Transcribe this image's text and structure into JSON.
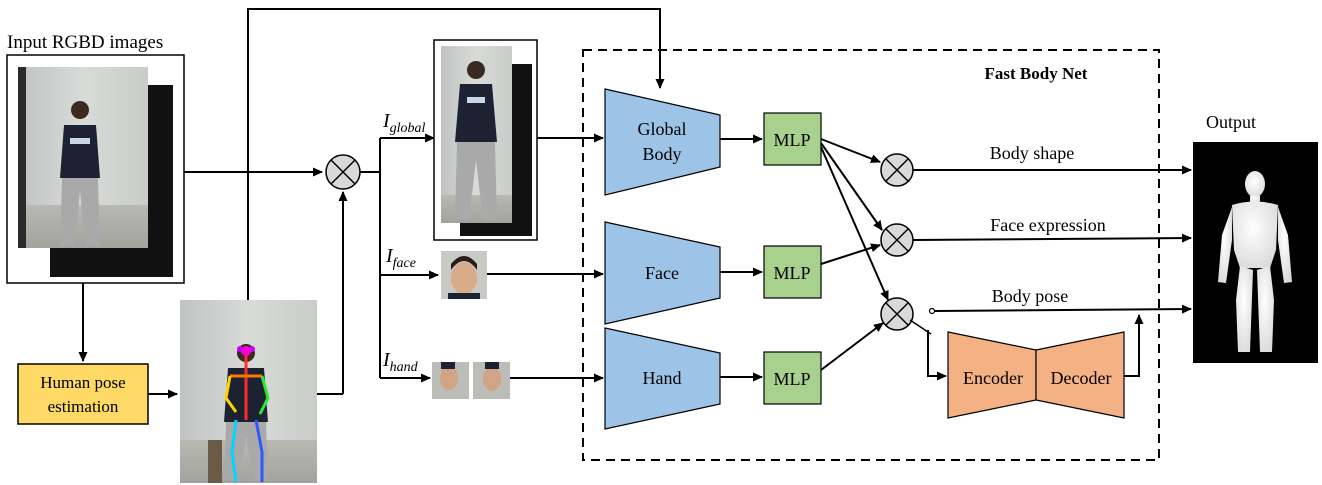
{
  "input_label": "Input RGBD images",
  "pose_estimation_label": [
    "Human pose",
    "estimation"
  ],
  "branch_labels": {
    "global": {
      "base": "I",
      "sub": "global"
    },
    "face": {
      "base": "I",
      "sub": "face"
    },
    "hand": {
      "base": "I",
      "sub": "hand"
    }
  },
  "net_title": "Fast Body Net",
  "encoders": {
    "global": [
      "Global",
      "Body"
    ],
    "face": [
      "Face"
    ],
    "hand": [
      "Hand"
    ]
  },
  "mlp_label": "MLP",
  "encoder_label": "Encoder",
  "decoder_label": "Decoder",
  "outputs": {
    "body_shape": "Body shape",
    "face_expression": "Face expression",
    "body_pose": "Body pose"
  },
  "output_label": "Output",
  "colors": {
    "trapezoid": "#9dc3e6",
    "mlp": "#a9d18e",
    "pose_box": "#ffd966",
    "enc_dec": "#f4b183",
    "multiply": "#d9d9d9"
  }
}
